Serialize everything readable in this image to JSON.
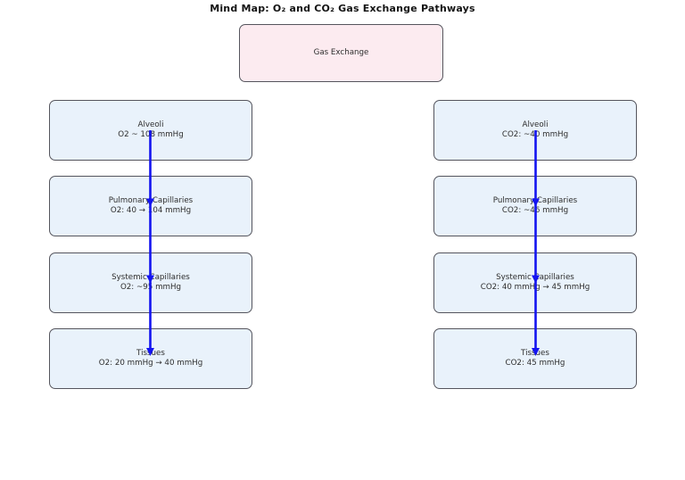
{
  "title": "Mind Map: O₂ and CO₂ Gas Exchange Pathways",
  "root": {
    "label": "Gas Exchange"
  },
  "columns": [
    {
      "name": "o2-pathway",
      "nodes": [
        {
          "title": "Alveoli",
          "value": "O2 ~ 108 mmHg"
        },
        {
          "title": "Pulmonary Capillaries",
          "value": "O2: 40 → 104 mmHg"
        },
        {
          "title": "Systemic Capillaries",
          "value": "O2: ~95 mmHg"
        },
        {
          "title": "Tissues",
          "value": "O2: 20 mmHg → 40 mmHg"
        }
      ]
    },
    {
      "name": "co2-pathway",
      "nodes": [
        {
          "title": "Alveoli",
          "value": "CO2: ~40 mmHg"
        },
        {
          "title": "Pulmonary Capillaries",
          "value": "CO2: ~46 mmHg"
        },
        {
          "title": "Systemic Capillaries",
          "value": "CO2: 40 mmHg → 45 mmHg"
        },
        {
          "title": "Tissues",
          "value": "CO2: 45 mmHg"
        }
      ]
    }
  ],
  "colors": {
    "root_fill": "#fcebf0",
    "root_border": "#55555d",
    "node_fill": "#e9f2fb",
    "node_border": "#55555d",
    "arrow": "#1414f0",
    "title_text": "#141414",
    "node_text": "#2e2e2e"
  }
}
